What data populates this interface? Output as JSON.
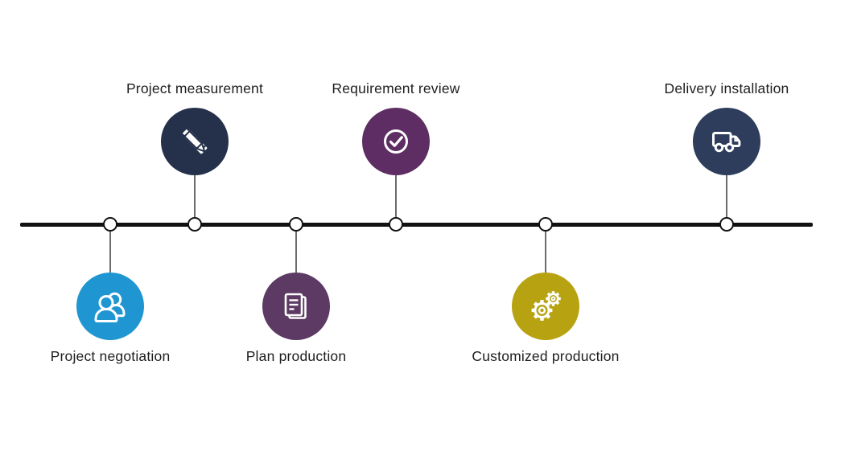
{
  "timeline": {
    "line_color": "#111111",
    "steps": [
      {
        "label": "Project negotiation",
        "side": "below",
        "color": "#1f96d2",
        "icon": "people-icon"
      },
      {
        "label": "Project measurement",
        "side": "above",
        "color": "#25314b",
        "icon": "ruler-pencil-icon"
      },
      {
        "label": "Plan production",
        "side": "below",
        "color": "#5c3a64",
        "icon": "documents-icon"
      },
      {
        "label": "Requirement review",
        "side": "above",
        "color": "#5e2d63",
        "icon": "check-circle-icon"
      },
      {
        "label": "Customized production",
        "side": "below",
        "color": "#b7a312",
        "icon": "gears-icon"
      },
      {
        "label": "Delivery installation",
        "side": "above",
        "color": "#2d3d5b",
        "icon": "truck-icon"
      }
    ]
  }
}
